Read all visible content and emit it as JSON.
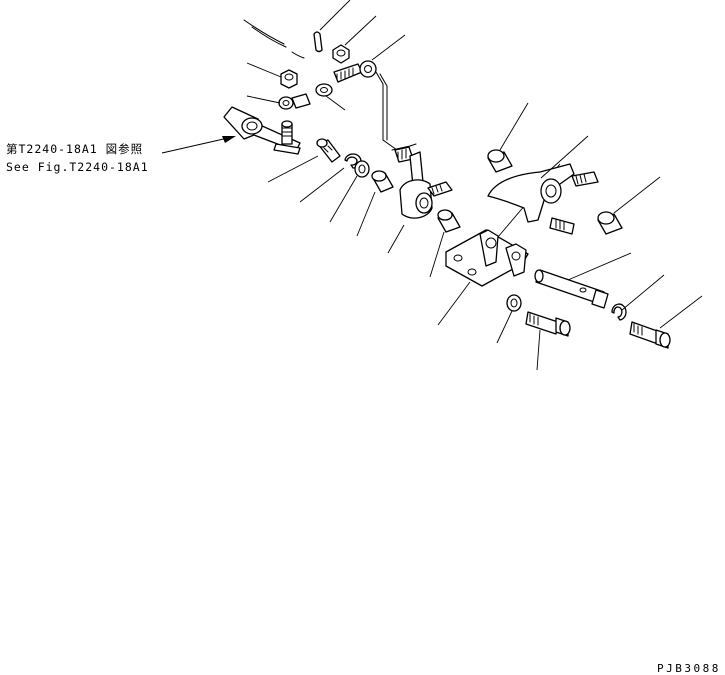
{
  "reference_note": {
    "line1": "第T2240-18A1 図参照",
    "line2": "See Fig.T2240-18A1"
  },
  "drawing_code": "PJB3088"
}
